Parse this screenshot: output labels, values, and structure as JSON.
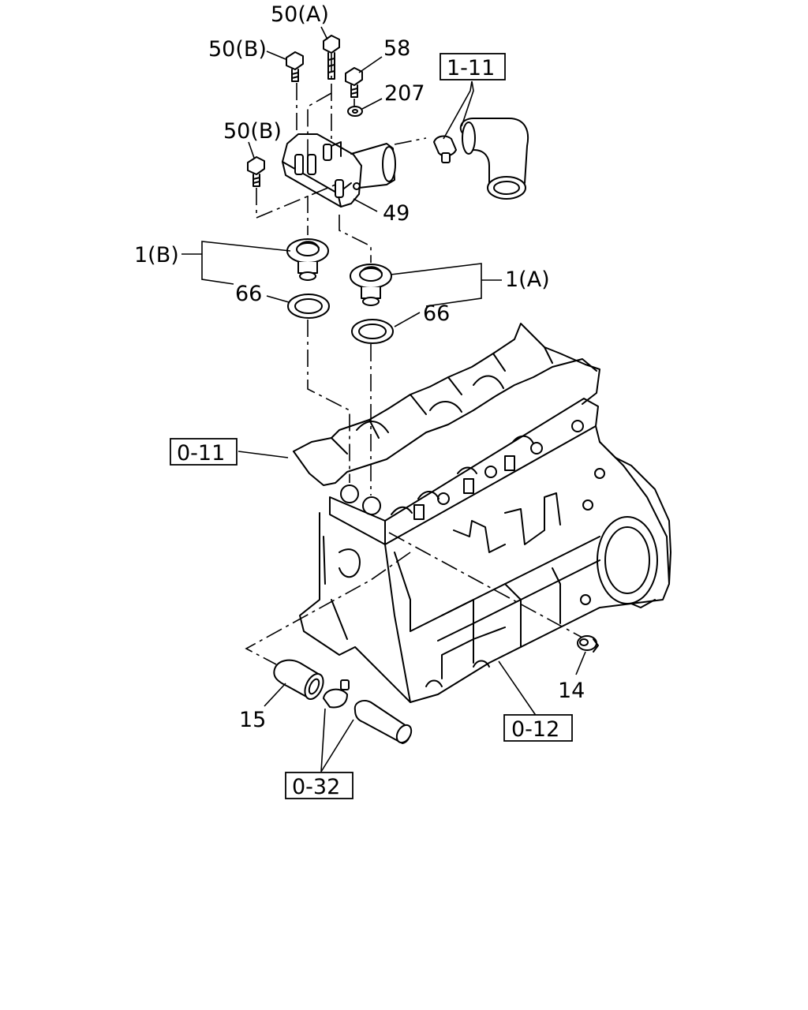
{
  "labels": {
    "p50a": "50(A)",
    "p50b_top": "50(B)",
    "p58": "58",
    "p207": "207",
    "p50b_left": "50(B)",
    "p49": "49",
    "p1b": "1(B)",
    "p66_left": "66",
    "p1a": "1(A)",
    "p66_right": "66",
    "p14": "14",
    "p15": "15"
  },
  "references": {
    "r1_11": "1-11",
    "r0_11": "0-11",
    "r0_12": "0-12",
    "r0_32": "0-32"
  }
}
